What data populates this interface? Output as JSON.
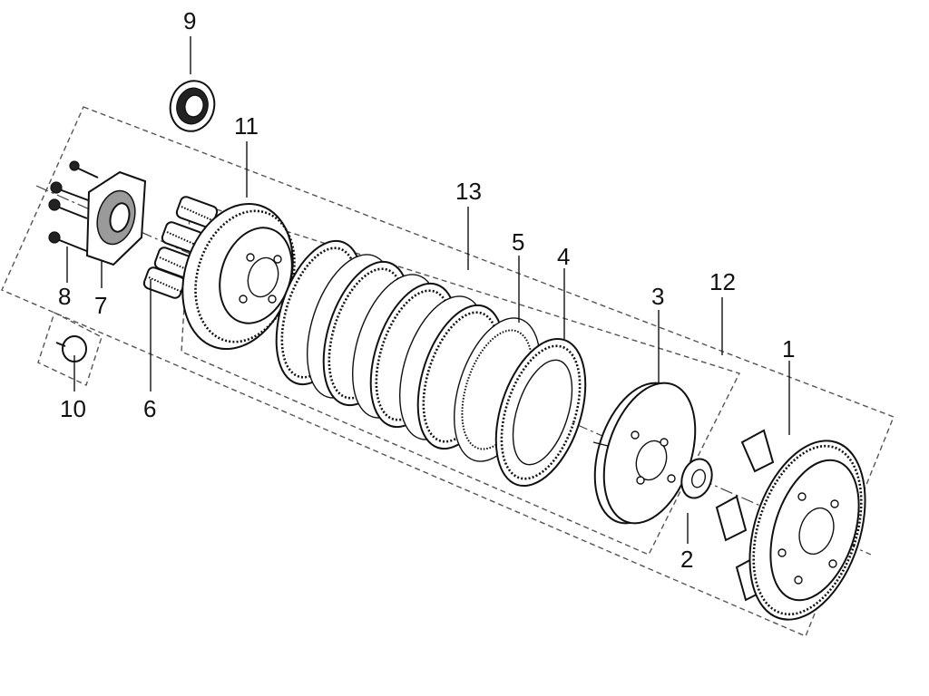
{
  "diagram": {
    "callouts": [
      "1",
      "2",
      "3",
      "4",
      "5",
      "6",
      "7",
      "8",
      "9",
      "10",
      "11",
      "12",
      "13"
    ],
    "parts": [
      "clutch-outer-housing",
      "thrust-washer",
      "pressure-plate",
      "friction-disc",
      "clutch-plate",
      "clutch-spring",
      "lifter-plate",
      "flange-bolt",
      "bearing",
      "lifter-rod",
      "clutch-center",
      "outer-assembly-group",
      "disc-set-group"
    ]
  }
}
